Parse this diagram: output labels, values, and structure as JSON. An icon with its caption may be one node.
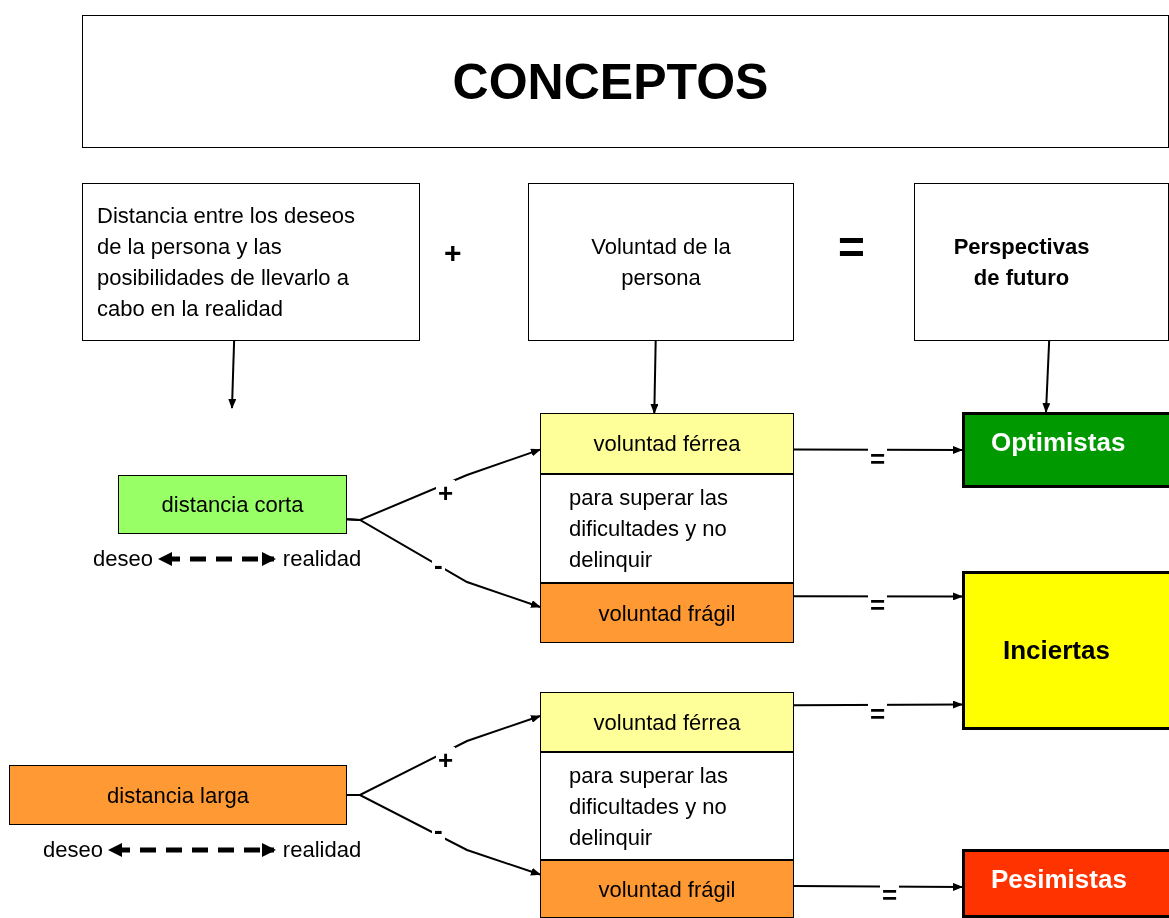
{
  "diagram": {
    "title": "CONCEPTOS",
    "nodes": [
      {
        "text": [
          "Distancia entre los deseos de la persona y las posibilidades de llevarlo a cabo en la realidad"
        ]
      },
      {
        "text": [
          "Voluntad de la persona"
        ]
      },
      {
        "text": [
          "Perspectivas de futuro"
        ]
      },
      {
        "text": [
          "distancia corta"
        ]
      },
      {
        "text": [
          "deseo"
        ]
      },
      {
        "text": [
          "realidad"
        ]
      },
      {
        "text": [
          "voluntad férrea"
        ]
      },
      {
        "text": [
          "para superar las dificultades y no delinquir"
        ]
      },
      {
        "text": [
          "voluntad frágil"
        ]
      },
      {
        "text": [
          "distancia larga"
        ]
      },
      {
        "text": [
          "deseo"
        ]
      },
      {
        "text": [
          "realidad"
        ]
      },
      {
        "text": [
          "voluntad férrea"
        ]
      },
      {
        "text": [
          "para superar las dificultades y no delinquir"
        ]
      },
      {
        "text": [
          "voluntad frágil"
        ]
      },
      {
        "text": [
          "Optimistas"
        ]
      },
      {
        "text": [
          "Inciertas"
        ]
      },
      {
        "text": [
          "Pesimistas"
        ]
      }
    ],
    "edges": [
      {
        "from": 0,
        "to": null,
        "arrow": "to"
      },
      {
        "from": 1,
        "to": 6,
        "arrow": "to"
      },
      {
        "from": 2,
        "to": 15,
        "arrow": "to"
      },
      {
        "from": 4,
        "to": 5,
        "arrow": "both",
        "style": "dashed"
      },
      {
        "from": 3,
        "to": 6,
        "arrow": "to",
        "label": "+"
      },
      {
        "from": 3,
        "to": 8,
        "arrow": "to",
        "label": "-"
      },
      {
        "from": 6,
        "to": 15,
        "arrow": "to",
        "label": "="
      },
      {
        "from": 8,
        "to": 16,
        "arrow": "to",
        "label": "="
      },
      {
        "from": 10,
        "to": 11,
        "arrow": "both",
        "style": "dashed"
      },
      {
        "from": 9,
        "to": 12,
        "arrow": "to",
        "label": "+"
      },
      {
        "from": 9,
        "to": 14,
        "arrow": "to",
        "label": "-"
      },
      {
        "from": 12,
        "to": 16,
        "arrow": "to",
        "label": "="
      },
      {
        "from": 14,
        "to": 17,
        "arrow": "to",
        "label": "="
      }
    ],
    "labels": [
      "+",
      "="
    ]
  }
}
